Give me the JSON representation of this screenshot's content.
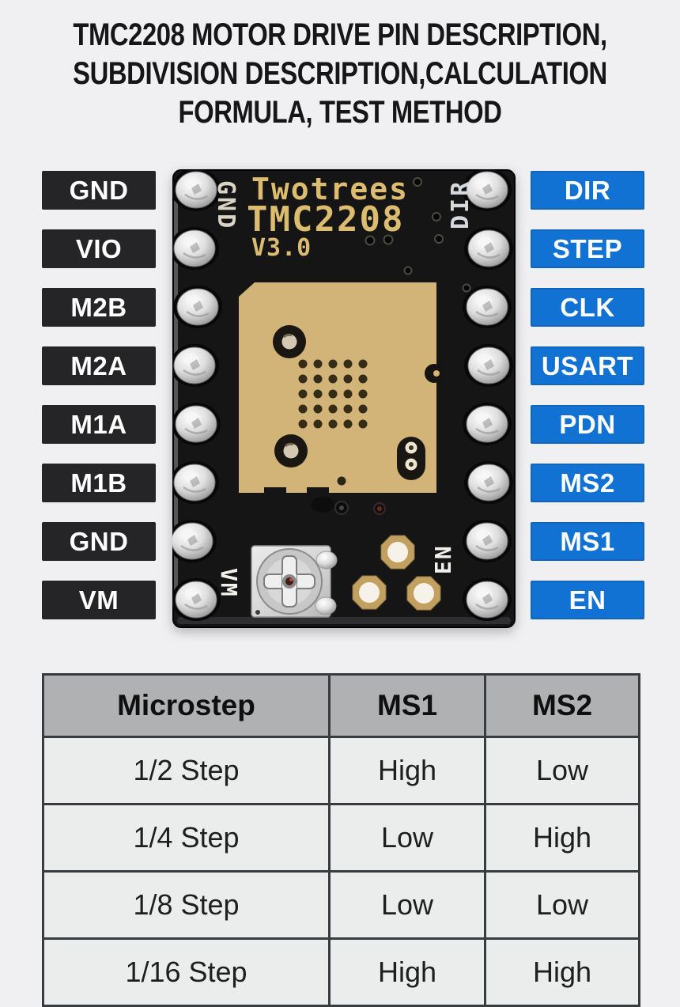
{
  "title": {
    "line1": "TMC2208 MOTOR DRIVE PIN DESCRIPTION,",
    "line2": "SUBDIVISION DESCRIPTION,CALCULATION",
    "line3": "FORMULA, TEST METHOD"
  },
  "left_pins": {
    "color": "#252527",
    "labels": [
      "GND",
      "VIO",
      "M2B",
      "M2A",
      "M1A",
      "M1B",
      "GND",
      "VM"
    ]
  },
  "right_pins": {
    "color": "#1272d3",
    "labels": [
      "DIR",
      "STEP",
      "CLK",
      "USART",
      "PDN",
      "MS2",
      "MS1",
      "EN"
    ]
  },
  "board": {
    "brand": "Twotrees",
    "model": "TMC2208",
    "version": "V3.0",
    "silkscreen": {
      "top_left": "GND",
      "top_right": "DIR",
      "bottom_left": "VM",
      "bottom_right": "EN"
    },
    "colors": {
      "pcb": "#151515",
      "thermal_pad": "#d2b479",
      "silkscreen_gold": "#dcbd6f"
    }
  },
  "table": {
    "headers": [
      "Microstep",
      "MS1",
      "MS2"
    ],
    "rows": [
      [
        "1/2 Step",
        "High",
        "Low"
      ],
      [
        "1/4 Step",
        "Low",
        "High"
      ],
      [
        "1/8 Step",
        "Low",
        "Low"
      ],
      [
        "1/16 Step",
        "High",
        "High"
      ]
    ],
    "header_bg": "#b0b1b2",
    "row_bg": "#ebecec",
    "border_color": "#383c3f"
  }
}
